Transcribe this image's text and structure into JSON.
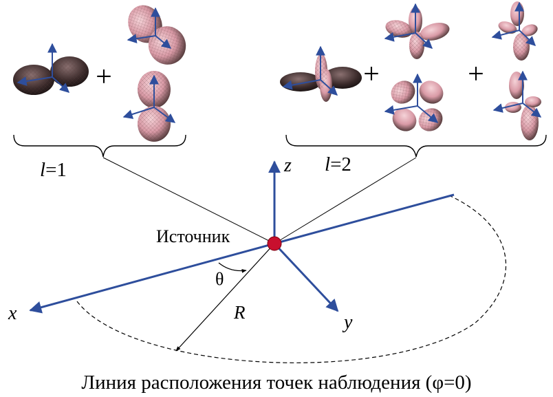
{
  "diagram": {
    "source_label": "Источник",
    "axes": {
      "x": "x",
      "y": "y",
      "z": "z"
    },
    "theta_label": "θ",
    "radius_label": "R",
    "plus": "+",
    "group_l1": {
      "l": "l",
      "eq": "=1"
    },
    "group_l2": {
      "l": "l",
      "eq": "=2"
    },
    "caption": "Линия расположения точек наблюдения (φ=0)",
    "colors": {
      "axis": "#2e4e9c",
      "source": "#c8102e",
      "lobe_fill": "#e3a6b0",
      "lobe_dark": "#3a2c2c",
      "line": "#000000"
    }
  }
}
